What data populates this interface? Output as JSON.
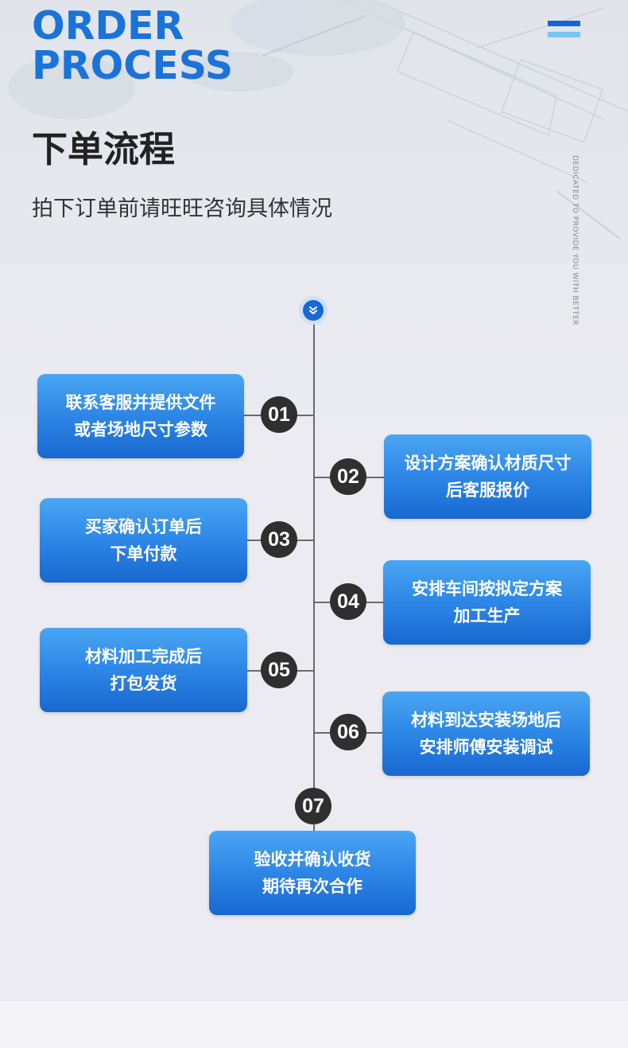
{
  "header": {
    "title_en_line1": "ORDER",
    "title_en_line2": "PROCESS",
    "title_zh": "下单流程",
    "subtitle": "拍下订单前请旺旺咨询具体情况",
    "vertical_tag": "DEDICATED TO PROVIDE YOU WITH BETTER"
  },
  "icons": {
    "menu": "menu-icon",
    "top_node": "chevron-double-down-icon"
  },
  "colors": {
    "accent": "#1a73d9",
    "box_top": "#4aa6f2",
    "box_bottom": "#1868cf",
    "num_circle": "#2f2f30"
  },
  "steps": [
    {
      "num": "01",
      "line1": "联系客服并提供文件",
      "line2": "或者场地尺寸参数"
    },
    {
      "num": "02",
      "line1": "设计方案确认材质尺寸",
      "line2": "后客服报价"
    },
    {
      "num": "03",
      "line1": "买家确认订单后",
      "line2": "下单付款"
    },
    {
      "num": "04",
      "line1": "安排车间按拟定方案",
      "line2": "加工生产"
    },
    {
      "num": "05",
      "line1": "材料加工完成后",
      "line2": "打包发货"
    },
    {
      "num": "06",
      "line1": "材料到达安装场地后",
      "line2": "安排师傅安装调试"
    },
    {
      "num": "07",
      "line1": "验收并确认收货",
      "line2": "期待再次合作"
    }
  ]
}
